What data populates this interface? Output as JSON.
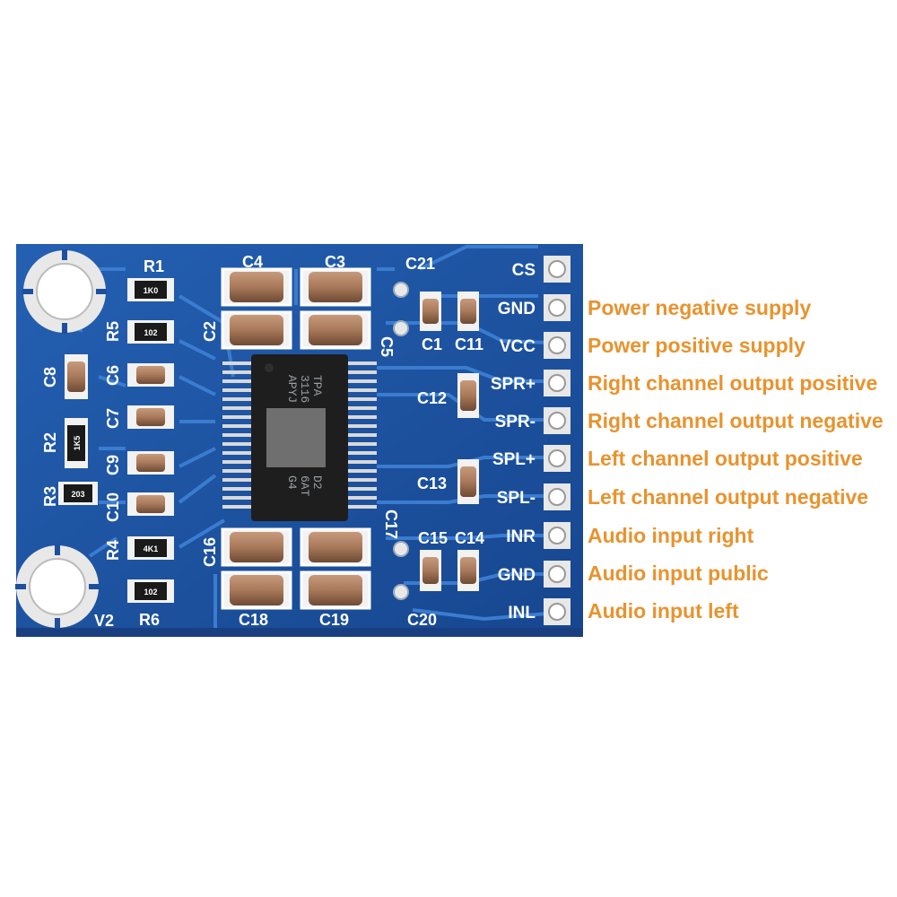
{
  "board": {
    "corner_label": "V2",
    "chip_marking": [
      "TPA",
      "3116",
      "APYJ",
      "D2",
      "6AT",
      "G4"
    ],
    "labels": {
      "R1": "R1",
      "R5": "R5",
      "R2": "R2",
      "R3": "R3",
      "R4": "R4",
      "R6": "R6",
      "C1": "C1",
      "C2": "C2",
      "C3": "C3",
      "C4": "C4",
      "C5": "C5",
      "C6": "C6",
      "C7": "C7",
      "C8": "C8",
      "C9": "C9",
      "C10": "C10",
      "C11": "C11",
      "C12": "C12",
      "C13": "C13",
      "C14": "C14",
      "C15": "C15",
      "C16": "C16",
      "C17": "C17",
      "C18": "C18",
      "C19": "C19",
      "C20": "C20",
      "C21": "C21"
    },
    "resistor_codes": {
      "R1": "1K0",
      "R5": "102",
      "R2": "1K5",
      "R3": "203",
      "R4": "4K1",
      "R6": "102"
    },
    "pins": [
      "CS",
      "GND",
      "VCC",
      "SPR+",
      "SPR-",
      "SPL+",
      "SPL-",
      "INR",
      "GND",
      "INL"
    ],
    "colors": {
      "pcb": "#1d4f9c",
      "pad": "#e8e8e8",
      "capacitor": "#a8795a",
      "callout": "#e8932e"
    }
  },
  "callouts": [
    "Power negative supply",
    "Power positive supply",
    "Right channel output positive",
    "Right channel output negative",
    "Left channel output positive",
    "Left channel output negative",
    "Audio input right",
    "Audio input public",
    "Audio input left"
  ]
}
